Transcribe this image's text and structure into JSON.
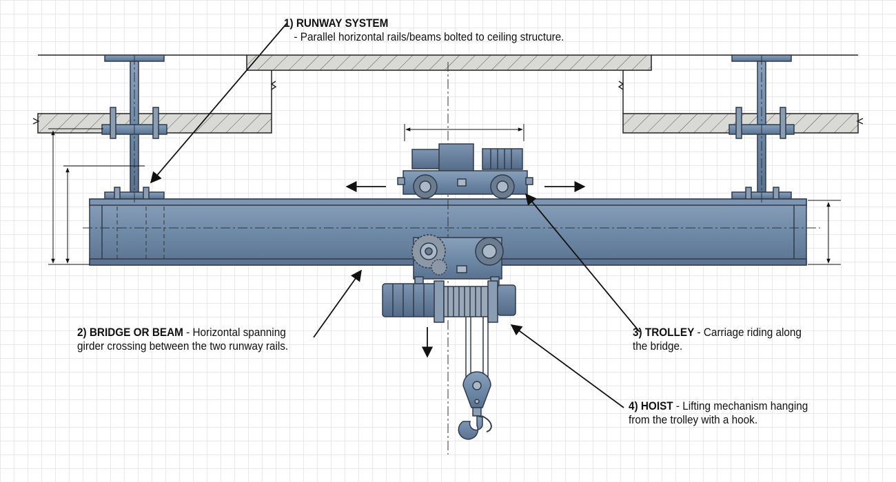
{
  "labels": {
    "runway": {
      "number": "1)",
      "title": "RUNWAY SYSTEM",
      "line1": "- Parallel horizontal rails/beams bolted to ceiling structure."
    },
    "bridge": {
      "number": "2)",
      "title": "BRIDGE OR BEAM",
      "line1": " - Horizontal spanning",
      "line2": "girder crossing between the two runway rails."
    },
    "trolley": {
      "number": "3)",
      "title": "TROLLEY",
      "line1": " - Carriage riding along",
      "line2": "the bridge."
    },
    "hoist": {
      "number": "4)",
      "title": "HOIST",
      "line1": " - Lifting mechanism hanging",
      "line2": "from the trolley with a hook."
    }
  },
  "colors": {
    "steel": "#6f8aa8",
    "steel_dark": "#3c4a5c",
    "concrete": "#d9d9d6",
    "grid": "#d6d6d6",
    "ink": "#111111"
  }
}
